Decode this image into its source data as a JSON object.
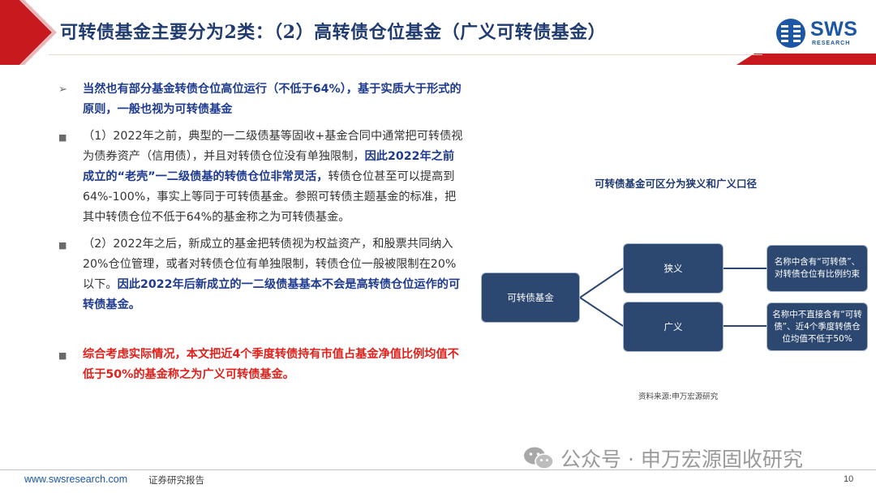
{
  "header": {
    "title": "可转债基金主要分为2类：（2）高转债仓位基金（广义可转债基金）",
    "logo_text": "SWS",
    "logo_subtext": "RESEARCH",
    "accent_color": "#c8191e",
    "title_color": "#1f3b70"
  },
  "bullets": [
    {
      "marker": "➢",
      "segments": [
        {
          "style": "blue",
          "text": "当然也有部分基金转债仓位高位运行（不低于64%），基于实质大于形式的原则，一般也视为可转债基金"
        }
      ]
    },
    {
      "marker": "■",
      "segments": [
        {
          "style": "plain",
          "text": "（1）2022年之前，典型的一二级债基等固收+基金合同中通常把可转债视为债券资产（信用债），并且对转债仓位没有单独限制，"
        },
        {
          "style": "blue",
          "text": "因此2022年之前成立的“老壳”一二级债基的转债仓位非常灵活，"
        },
        {
          "style": "plain",
          "text": "转债仓位甚至可以提高到64%-100%，事实上等同于可转债基金。参照可转债主题基金的标准，把其中转债仓位不低于64%的基金称之为可转债基金。"
        }
      ]
    },
    {
      "marker": "■",
      "segments": [
        {
          "style": "plain",
          "text": "（2）2022年之后，新成立的基金把转债视为权益资产，和股票共同纳入20%仓位管理，或者对转债仓位有单独限制，转债仓位一般被限制在20%以下。"
        },
        {
          "style": "blue",
          "text": "因此2022年后新成立的一二级债基基本不会是高转债仓位运作的可转债基金。"
        }
      ]
    },
    {
      "marker": "■",
      "segments": [
        {
          "style": "red",
          "text": "综合考虑实际情况，本文把近4个季度转债持有市值占基金净值比例均值不低于50%的基金称之为广义可转债基金。"
        }
      ]
    }
  ],
  "diagram": {
    "title": "可转债基金可区分为狭义和广义口径",
    "root": "可转债基金",
    "branch_narrow": "狭义",
    "branch_broad": "广义",
    "desc_narrow": "名称中含有“可转债”、对转债仓位有比例约束",
    "desc_broad": "名称中不直接含有“可转债”、近4个季度转债仓位均值不低于50%",
    "source": "资料来源:申万宏源研究",
    "node_color": "#2d4870"
  },
  "watermark": {
    "text": "公众号 · 申万宏源固收研究",
    "icon": "wechat-icon"
  },
  "footer": {
    "url": "www.swsresearch.com",
    "label": "证券研究报告",
    "page": "10"
  }
}
